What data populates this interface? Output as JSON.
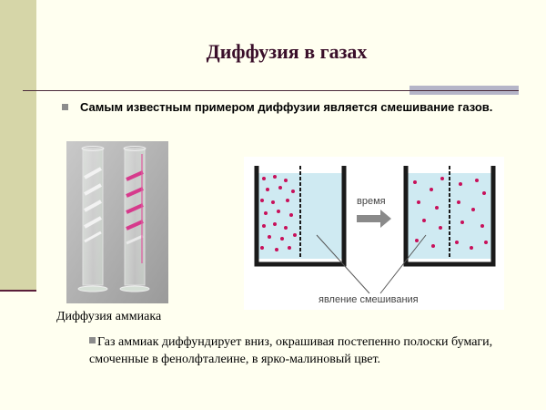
{
  "slide": {
    "title": "Диффузия в газах",
    "bullet_main": "Самым известным примером диффузии является смешивание газов.",
    "photo_caption": "Диффузия аммиака",
    "diagram": {
      "arrow_label": "время",
      "mixing_label": "явление смешивания"
    },
    "paragraph": "Газ аммиак диффундирует вниз, окрашивая постепенно полоски бумаги, смоченные в фенолфталеине, в ярко-малиновый цвет."
  },
  "colors": {
    "title": "#3a0f2a",
    "left_band": "#d6d6a8",
    "dots": "#c8105a",
    "water": "#cfeaf2"
  }
}
